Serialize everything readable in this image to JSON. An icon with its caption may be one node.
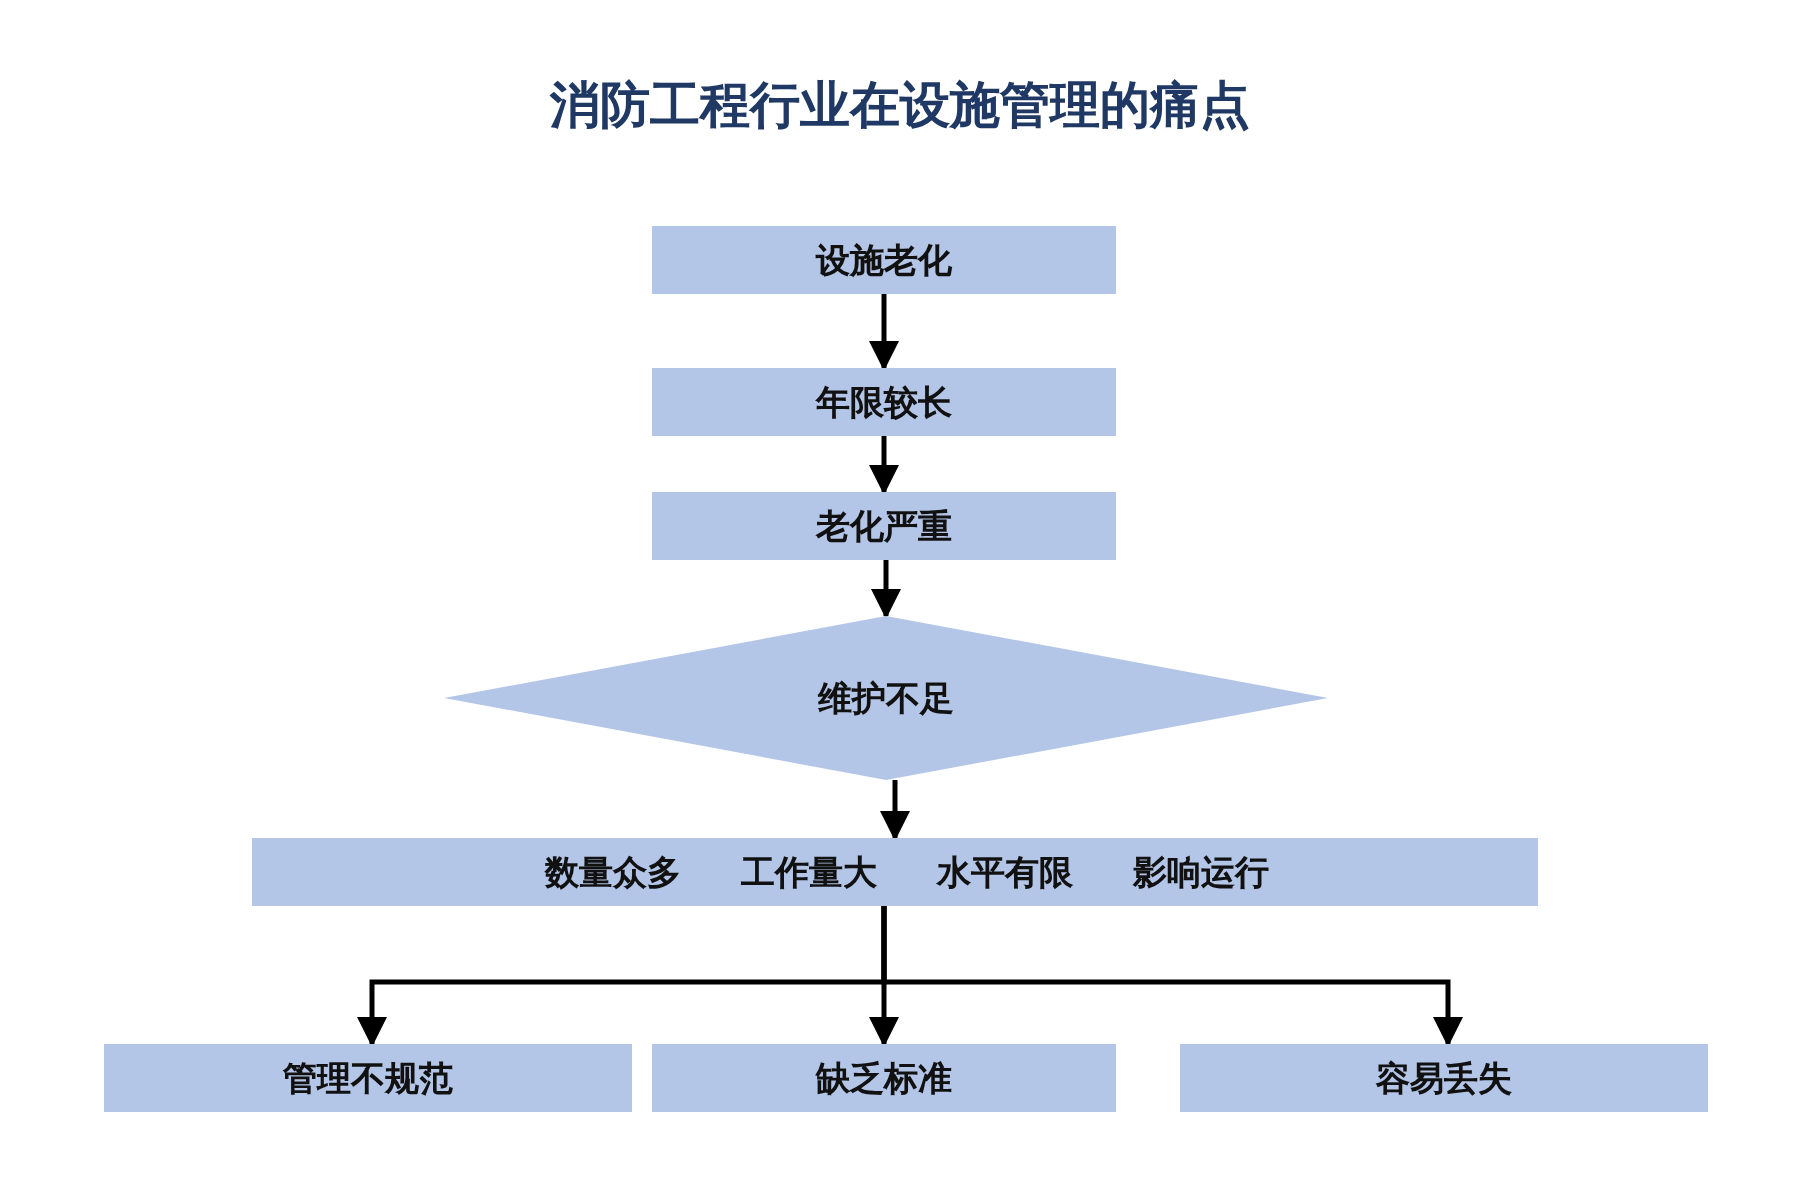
{
  "diagram": {
    "title": "消防工程行业在设施管理的痛点",
    "nodes": [
      {
        "text": [
          "设施老化"
        ]
      },
      {
        "text": [
          "年限较长"
        ]
      },
      {
        "text": [
          "老化严重"
        ]
      },
      {
        "text": [
          "维护不足"
        ]
      },
      {
        "text": [
          "数量众多",
          "工作量大",
          "水平有限",
          "影响运行"
        ]
      },
      {
        "text": [
          "管理不规范"
        ]
      },
      {
        "text": [
          "缺乏标准"
        ]
      },
      {
        "text": [
          "容易丢失"
        ]
      }
    ],
    "edges": [
      {
        "from": 0,
        "to": 1,
        "arrow": "to"
      },
      {
        "from": 1,
        "to": 2,
        "arrow": "to"
      },
      {
        "from": 2,
        "to": 3,
        "arrow": "to"
      },
      {
        "from": 3,
        "to": 4,
        "arrow": "to"
      },
      {
        "from": 4,
        "to": 5,
        "arrow": "to"
      },
      {
        "from": 4,
        "to": 6,
        "arrow": "to"
      },
      {
        "from": 4,
        "to": 7,
        "arrow": "to"
      }
    ]
  }
}
